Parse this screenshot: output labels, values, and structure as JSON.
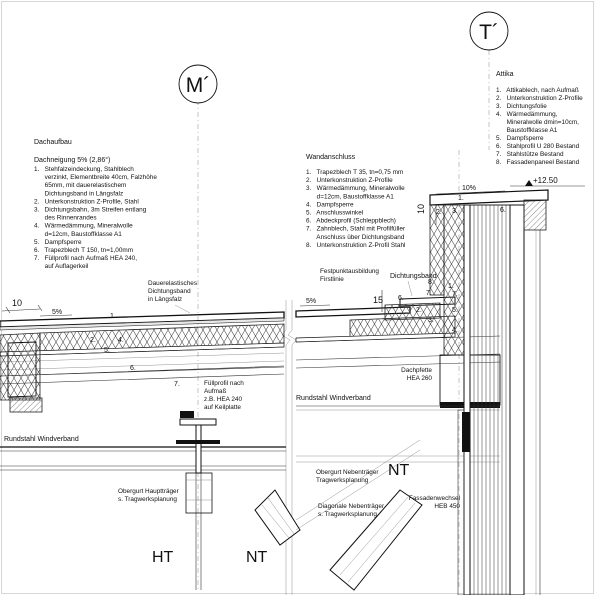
{
  "axes": {
    "m": "M´",
    "t": "T´"
  },
  "dachaufbau": {
    "title": "Dachaufbau",
    "subtitle": "Dachneigung 5% (2,86°)",
    "lines": [
      "1.   Stehfalzeindeckung, Stahlblech",
      "      verzinkt, Elementbreite 40cm, Falzhöhe",
      "      65mm, mit dauerelastischem",
      "      Dichtungsband in Längsfalz",
      "2.   Unterkonstruktion Z-Profile, Stahl",
      "3.   Dichtungsbahn, 3m Streifen entlang",
      "      des Rinnenrandes",
      "4.   Wärmedämmung, Mineralwolle",
      "      d=12cm, Baustoffklasse A1",
      "5.   Dampfsperre",
      "6.   Trapezblech T 150, tn=1,00mm",
      "7.   Füllprofil nach Aufmaß HEA 240,",
      "      auf Auflagerkeil"
    ]
  },
  "wandanschluss": {
    "title": "Wandanschluss",
    "lines": [
      "1.   Trapezblech T 35, tn=0,75 mm",
      "2.   Unterkonstruktion Z-Profile",
      "3.   Wärmedämmung, Mineralwolle",
      "      d=12cm, Baustoffklasse A1",
      "4.   Dampfsperre",
      "5.   Anschlusswinkel",
      "6.   Abdeckprofil (Schleppblech)",
      "7.   Zahnblech, Stahl mit Profilfüller",
      "      Anschluss über Dichtungsband",
      "8.   Unterkonstruktion Z-Profil Stahl"
    ]
  },
  "attika": {
    "title": "Attika",
    "lines": [
      "1.   Attikablech, nach Aufmaß",
      "2.   Unterkonstruktion Z-Profile",
      "3.   Dichtungsfolie",
      "4.   Wärmedämmung,",
      "      Mineralwolle dmin=10cm,",
      "      Baustoffklasse A1",
      "5.   Dampfsperre",
      "6.   Stahlprofil U 280 Bestand",
      "7.   Stahlstütze Bestand",
      "8.   Fassadenpaneel Bestand"
    ]
  },
  "annotations": {
    "dim10_left": "10",
    "slope_5_left": "5%",
    "dauerelastisch": "Dauerelastisches\nDichtungsband\nin Längsfalz",
    "festpunkt": "Festpunktausbildung\nFirstlinie",
    "dichtungsband": "Dichtungsband",
    "dim15": "15",
    "slope_5_mid": "5%",
    "slope_10": "10%",
    "elev": "+12.50",
    "dim10_right": "10",
    "dachpfette": "Dachpfette\nHEA 260",
    "fuellprofil": "Füllprofil nach\nAufmaß\nz.B. HEA 240\nauf Keilplatte",
    "rundstahl_left": "Rundstahl Windverband",
    "rundstahl_mid": "Rundstahl Windverband",
    "obergurt_haupt": "Obergurt Hauptträger\ns. Tragwerksplanung",
    "obergurt_neben": "Obergurt Nebenträger\nTragwerksplanung",
    "diagonale": "Diagonale Nebenträger\ns. Tragwerksplanung",
    "fassadenwechsel": "Fassadenwechsel\nHEB 450",
    "ht": "HT",
    "nt1": "NT",
    "nt2": "NT"
  }
}
